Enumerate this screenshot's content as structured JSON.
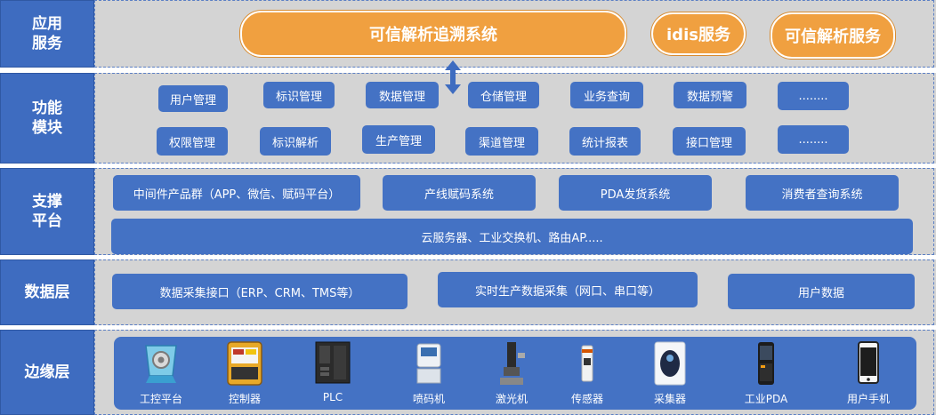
{
  "layers": {
    "app": {
      "label": "应用\n服务"
    },
    "func": {
      "label": "功能\n模块"
    },
    "support": {
      "label": "支撑\n平台"
    },
    "data": {
      "label": "数据层"
    },
    "edge": {
      "label": "边缘层"
    }
  },
  "app_services": {
    "main": "可信解析追溯系统",
    "idis": "idis服务",
    "resolve": "可信解析服务"
  },
  "modules": {
    "row1": [
      "用户管理",
      "标识管理",
      "数据管理",
      "仓储管理",
      "业务查询",
      "数据预警",
      "........"
    ],
    "row2": [
      "权限管理",
      "标识解析",
      "生产管理",
      "渠道管理",
      "统计报表",
      "接口管理",
      "........"
    ]
  },
  "support": {
    "middleware": "中间件产品群（APP、微信、赋码平台）",
    "coding": "产线赋码系统",
    "pda": "PDA发货系统",
    "consumer": "消费者查询系统",
    "infra": "云服务器、工业交换机、路由AP....."
  },
  "data_layer": {
    "interface": "数据采集接口（ERP、CRM、TMS等）",
    "realtime": "实时生产数据采集（网口、串口等）",
    "user": "用户数据"
  },
  "edge_devices": [
    {
      "label": "工控平台",
      "icon": "industrial-pc-icon"
    },
    {
      "label": "控制器",
      "icon": "controller-icon"
    },
    {
      "label": "PLC",
      "icon": "plc-icon"
    },
    {
      "label": "喷码机",
      "icon": "inkjet-printer-icon"
    },
    {
      "label": "激光机",
      "icon": "laser-machine-icon"
    },
    {
      "label": "传感器",
      "icon": "sensor-icon"
    },
    {
      "label": "采集器",
      "icon": "collector-icon"
    },
    {
      "label": "工业PDA",
      "icon": "industrial-pda-icon"
    },
    {
      "label": "用户手机",
      "icon": "mobile-phone-icon"
    }
  ],
  "colors": {
    "blue": "#4472c4",
    "orange": "#f0a040",
    "band": "#d4d4d4"
  }
}
